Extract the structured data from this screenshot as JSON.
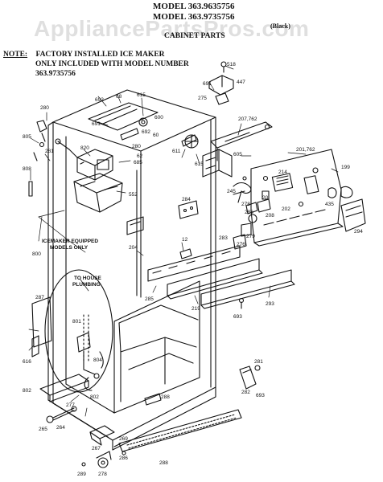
{
  "header": {
    "model_line1": "MODEL 363.9635756",
    "model_line2": "MODEL 363.9735756",
    "black": "(Black)",
    "section": "CABINET PARTS"
  },
  "watermark": "AppliancePartsPros.com",
  "note": {
    "label": "NOTE:",
    "line1": "FACTORY INSTALLED ICE MAKER",
    "line2": "ONLY INCLUDED WITH MODEL NUMBER",
    "line3": "363.9735756"
  },
  "callouts": {
    "icemaker_equipped_l1": "ICEMAKER EQUIPPED",
    "icemaker_equipped_l2": "MODELS ONLY",
    "to_house_l1": "TO HOUSE",
    "to_house_l2": "PLUMBING"
  },
  "part_numbers": [
    {
      "id": "p518",
      "label": "518"
    },
    {
      "id": "p691",
      "label": "691"
    },
    {
      "id": "p447",
      "label": "447"
    },
    {
      "id": "p275",
      "label": "275"
    },
    {
      "id": "p280a",
      "label": "280"
    },
    {
      "id": "p692",
      "label": "692"
    },
    {
      "id": "p68",
      "label": "68"
    },
    {
      "id": "p615a",
      "label": "615"
    },
    {
      "id": "p691b",
      "label": "691"
    },
    {
      "id": "p600",
      "label": "600"
    },
    {
      "id": "p692b",
      "label": "692"
    },
    {
      "id": "p60",
      "label": "60"
    },
    {
      "id": "p207",
      "label": "207,762"
    },
    {
      "id": "p805",
      "label": "805"
    },
    {
      "id": "p281a",
      "label": "281"
    },
    {
      "id": "p820",
      "label": "820"
    },
    {
      "id": "p280b",
      "label": "280"
    },
    {
      "id": "p62",
      "label": "62"
    },
    {
      "id": "p611",
      "label": "611"
    },
    {
      "id": "p615b",
      "label": "615"
    },
    {
      "id": "p685",
      "label": "685"
    },
    {
      "id": "p605",
      "label": "605"
    },
    {
      "id": "p201",
      "label": "201,762"
    },
    {
      "id": "p199",
      "label": "199"
    },
    {
      "id": "p808",
      "label": "808"
    },
    {
      "id": "p214",
      "label": "214"
    },
    {
      "id": "p552",
      "label": "552"
    },
    {
      "id": "p245",
      "label": "245"
    },
    {
      "id": "p20",
      "label": "20"
    },
    {
      "id": "p208",
      "label": "208"
    },
    {
      "id": "p202",
      "label": "202"
    },
    {
      "id": "p435",
      "label": "435"
    },
    {
      "id": "p284",
      "label": "284"
    },
    {
      "id": "p278",
      "label": "278"
    },
    {
      "id": "p286",
      "label": "286"
    },
    {
      "id": "p294",
      "label": "294"
    },
    {
      "id": "p204",
      "label": "204"
    },
    {
      "id": "p12",
      "label": "12"
    },
    {
      "id": "p283",
      "label": "283"
    },
    {
      "id": "p276",
      "label": "276"
    },
    {
      "id": "p279",
      "label": "279"
    },
    {
      "id": "p800",
      "label": "800"
    },
    {
      "id": "p285",
      "label": "285"
    },
    {
      "id": "p287",
      "label": "287"
    },
    {
      "id": "p219",
      "label": "219"
    },
    {
      "id": "p293",
      "label": "293"
    },
    {
      "id": "p693",
      "label": "693"
    },
    {
      "id": "p801",
      "label": "801"
    },
    {
      "id": "p804",
      "label": "804"
    },
    {
      "id": "p802",
      "label": "802"
    },
    {
      "id": "p616",
      "label": "616"
    },
    {
      "id": "p802b",
      "label": "802"
    },
    {
      "id": "p281b",
      "label": "281"
    },
    {
      "id": "p277",
      "label": "277"
    },
    {
      "id": "p282",
      "label": "282"
    },
    {
      "id": "p693b",
      "label": "693"
    },
    {
      "id": "p288",
      "label": "288"
    },
    {
      "id": "p265",
      "label": "265"
    },
    {
      "id": "p264",
      "label": "264"
    },
    {
      "id": "p288b",
      "label": "288"
    },
    {
      "id": "p267",
      "label": "267"
    },
    {
      "id": "p289",
      "label": "289"
    },
    {
      "id": "p286b",
      "label": "286"
    },
    {
      "id": "p269",
      "label": "269"
    },
    {
      "id": "p278b",
      "label": "278"
    }
  ]
}
